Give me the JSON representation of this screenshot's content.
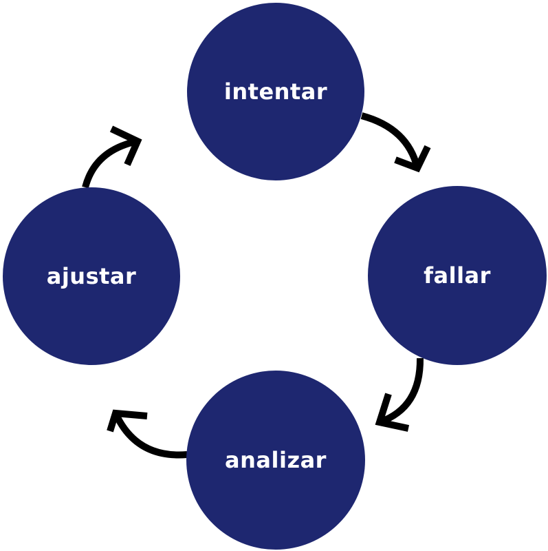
{
  "cycle": {
    "nodes": [
      {
        "label": "intentar"
      },
      {
        "label": "fallar"
      },
      {
        "label": "analizar"
      },
      {
        "label": "ajustar"
      }
    ],
    "colors": {
      "node_fill": "#1e2770",
      "node_text": "#ffffff",
      "arrow": "#000000"
    },
    "arrow_direction": "clockwise"
  }
}
